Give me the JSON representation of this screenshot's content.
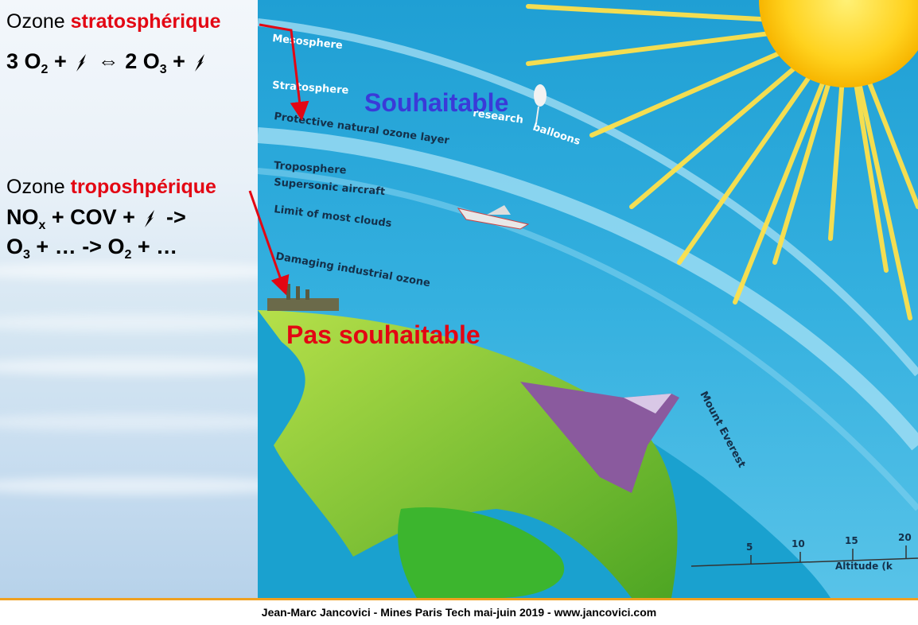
{
  "left": {
    "strat_title_prefix": "Ozone",
    "strat_title_word": "stratosphérique",
    "strat_eq": {
      "a": "3 O",
      "a_sub": "2",
      "b": " + ",
      "arrow": "⇔",
      "c": " 2 O",
      "c_sub": "3",
      "d": " + "
    },
    "tropo_title_prefix": "Ozone",
    "tropo_title_word": "troposhpérique",
    "tropo_line1": {
      "a": "NO",
      "a_sub": "x",
      "b": " + COV + ",
      "c": " ->"
    },
    "tropo_line2": {
      "a": "O",
      "a_sub": "3",
      "b": " + … -> O",
      "b_sub": "2",
      "c": " + …"
    }
  },
  "illustration": {
    "mesosphere": "Mesosphere",
    "stratosphere": "Stratosphere",
    "research": "research",
    "balloons": "balloons",
    "protective": "Protective natural ozone layer",
    "troposphere": "Troposphere",
    "supersonic": "Supersonic aircraft",
    "clouds": "Limit of most clouds",
    "damaging": "Damaging industrial ozone",
    "everest": "Mount Everest",
    "desirable": "Souhaitable",
    "undesirable": "Pas souhaitable",
    "altitude_label": "Altitude (k",
    "altitude_ticks": [
      "5",
      "10",
      "15",
      "20"
    ]
  },
  "colors": {
    "red": "#e30613",
    "blue": "#3a3ad8",
    "sky": "#2aa3d6",
    "sun": "#ffd21e",
    "earth": "#6cc02a"
  },
  "footer": "Jean-Marc Jancovici - Mines Paris Tech mai-juin 2019 - www.jancovici.com"
}
